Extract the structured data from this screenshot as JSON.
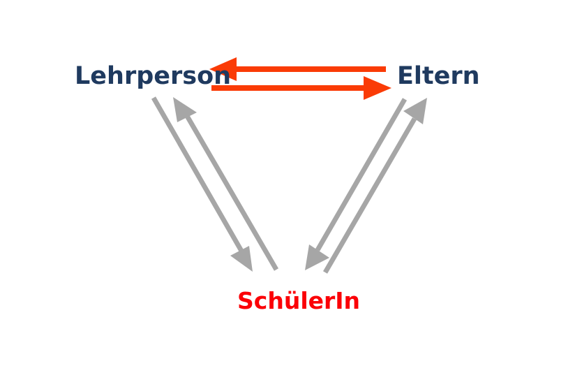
{
  "diagram": {
    "title_visible": false,
    "background_color": "#ffffff",
    "nodes": [
      {
        "id": "lehrperson",
        "label": "Lehrperson",
        "color": "#1f3a5f",
        "position": "top-left"
      },
      {
        "id": "eltern",
        "label": "Eltern",
        "color": "#1f3a5f",
        "position": "top-right"
      },
      {
        "id": "schuelerin",
        "label": "SchülerIn",
        "color": "#fb0007",
        "position": "bottom-center"
      }
    ],
    "edges": [
      {
        "id": "eltern-to-lehrperson",
        "from": "eltern",
        "to": "lehrperson",
        "color": "#fa3b06",
        "style": "solid",
        "arrowhead": "single",
        "direction": "left"
      },
      {
        "id": "lehrperson-to-eltern",
        "from": "lehrperson",
        "to": "eltern",
        "color": "#fa3b06",
        "style": "solid",
        "arrowhead": "single",
        "direction": "right"
      },
      {
        "id": "lehrperson-to-schuelerin",
        "from": "lehrperson",
        "to": "schuelerin",
        "color": "#a6a6a6",
        "style": "solid",
        "arrowhead": "single",
        "direction": "down-right"
      },
      {
        "id": "schuelerin-to-lehrperson",
        "from": "schuelerin",
        "to": "lehrperson",
        "color": "#a6a6a6",
        "style": "solid",
        "arrowhead": "single",
        "direction": "up-left"
      },
      {
        "id": "eltern-to-schuelerin",
        "from": "eltern",
        "to": "schuelerin",
        "color": "#a6a6a6",
        "style": "solid",
        "arrowhead": "single",
        "direction": "down-left"
      },
      {
        "id": "schuelerin-to-eltern",
        "from": "schuelerin",
        "to": "eltern",
        "color": "#a6a6a6",
        "style": "solid",
        "arrowhead": "single",
        "direction": "up-right"
      }
    ],
    "colors": {
      "node_primary": "#1f3a5f",
      "node_accent": "#fb0007",
      "edge_red": "#fa3b06",
      "edge_gray": "#a6a6a6"
    }
  }
}
